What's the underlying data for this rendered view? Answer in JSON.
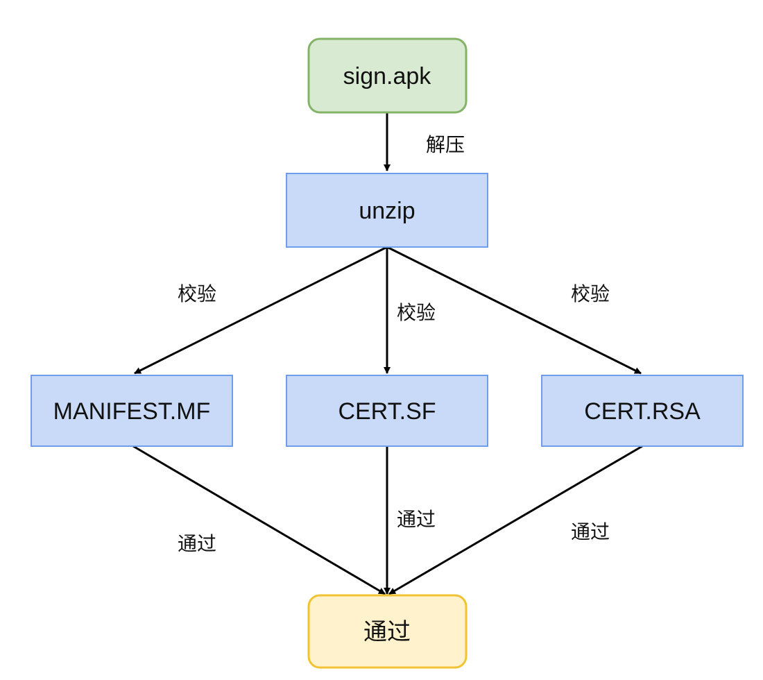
{
  "colors": {
    "green_fill": "#d9ead3",
    "green_stroke": "#82b366",
    "blue_fill": "#c9daf8",
    "blue_stroke": "#6d9eeb",
    "yellow_fill": "#fff2cc",
    "yellow_stroke": "#f1c232",
    "arrow": "#000000"
  },
  "nodes": {
    "sign_apk": "sign.apk",
    "unzip": "unzip",
    "manifest_mf": "MANIFEST.MF",
    "cert_sf": "CERT.SF",
    "cert_rsa": "CERT.RSA",
    "pass": "通过"
  },
  "edges": {
    "unpack": "解压",
    "verify_left": "校验",
    "verify_center": "校验",
    "verify_right": "校验",
    "pass_left": "通过",
    "pass_center": "通过",
    "pass_right": "通过"
  }
}
